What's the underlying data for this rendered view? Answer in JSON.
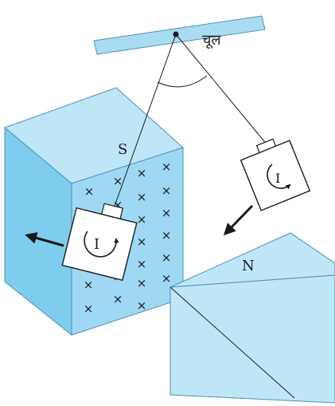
{
  "labels": {
    "hanger": "चूल",
    "pole_south": "S",
    "pole_north": "N",
    "current_coil_left": "I",
    "current_coil_right": "I",
    "field_marker": "×"
  },
  "colors": {
    "magnet_light": "#bfe6f7",
    "magnet_mid": "#9fd8f2",
    "magnet_dark": "#7fcdee",
    "support_bar": "#a9dcf3",
    "stroke": "#1a1a1a",
    "coil_face": "#ffffff"
  },
  "icons": {
    "current_direction": "clockwise-arrow-icon",
    "force_left": "arrow-left-icon",
    "force_right": "arrow-down-left-icon"
  }
}
